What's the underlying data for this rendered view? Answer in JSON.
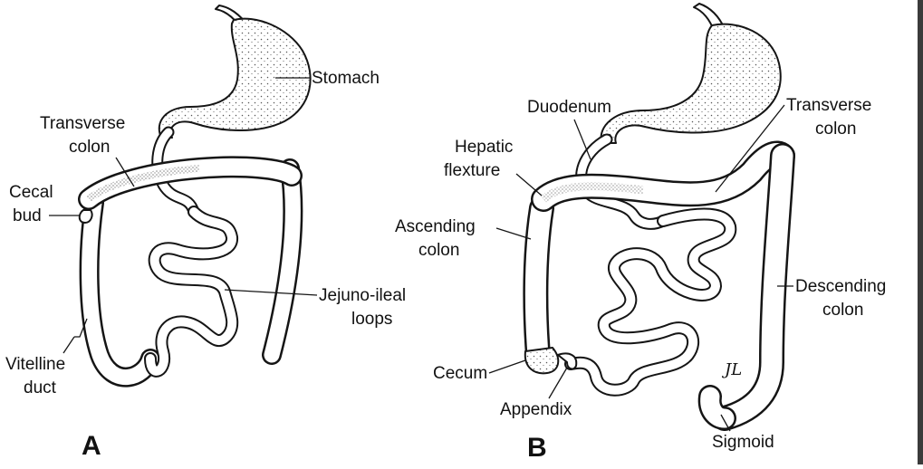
{
  "panels": [
    {
      "letter": "A",
      "labels": {
        "stomach": "Stomach",
        "transverse_colon_1": "Transverse",
        "transverse_colon_2": "colon",
        "cecal_bud_1": "Cecal",
        "cecal_bud_2": "bud",
        "jejuno_ileal_1": "Jejuno-ileal",
        "jejuno_ileal_2": "loops",
        "vitelline_1": "Vitelline",
        "vitelline_2": "duct"
      }
    },
    {
      "letter": "B",
      "labels": {
        "duodenum": "Duodenum",
        "transverse_colon_1": "Transverse",
        "transverse_colon_2": "colon",
        "hepatic_1": "Hepatic",
        "hepatic_2": "flexture",
        "ascending_1": "Ascending",
        "ascending_2": "colon",
        "descending_1": "Descending",
        "descending_2": "colon",
        "cecum": "Cecum",
        "appendix": "Appendix",
        "sigmoid": "Sigmoid"
      }
    }
  ],
  "signature": "JL"
}
